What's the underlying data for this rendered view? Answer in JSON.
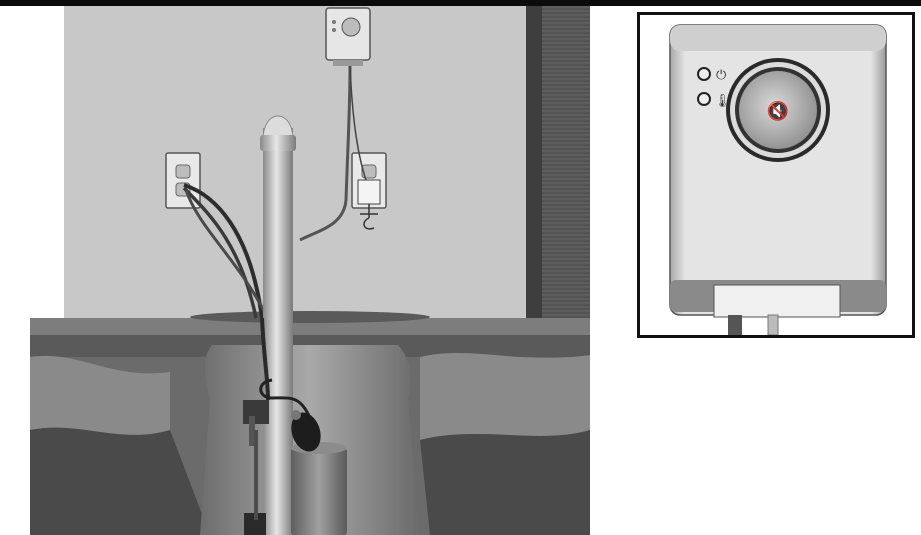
{
  "scene": {
    "title": "",
    "components": [
      {
        "name": "alarm-unit-icon",
        "role": "wall-mounted alarm"
      },
      {
        "name": "outlet-icon",
        "role": "wall outlet left"
      },
      {
        "name": "outlet-icon",
        "role": "wall outlet right"
      },
      {
        "name": "discharge-pipe-icon",
        "role": "discharge pipe"
      },
      {
        "name": "sump-pump-icon",
        "role": "submersible pump"
      },
      {
        "name": "float-switch-icon",
        "role": "float switches"
      }
    ]
  },
  "inset": {
    "indicators": [
      {
        "icon": "power-icon",
        "glyph": "⏻"
      },
      {
        "icon": "thermometer-icon",
        "glyph": "🌡"
      }
    ],
    "button_icon": "mute-speaker-icon",
    "button_glyph": "🔇"
  },
  "colors": {
    "wall": "#c8c8c8",
    "wall_dark": "#5a5a5a",
    "floor": "#707070",
    "floor_dark": "#3e3e3e",
    "pipe": "#b5b5b5",
    "frame": "#111111",
    "device_body": "#e2e2e2"
  }
}
